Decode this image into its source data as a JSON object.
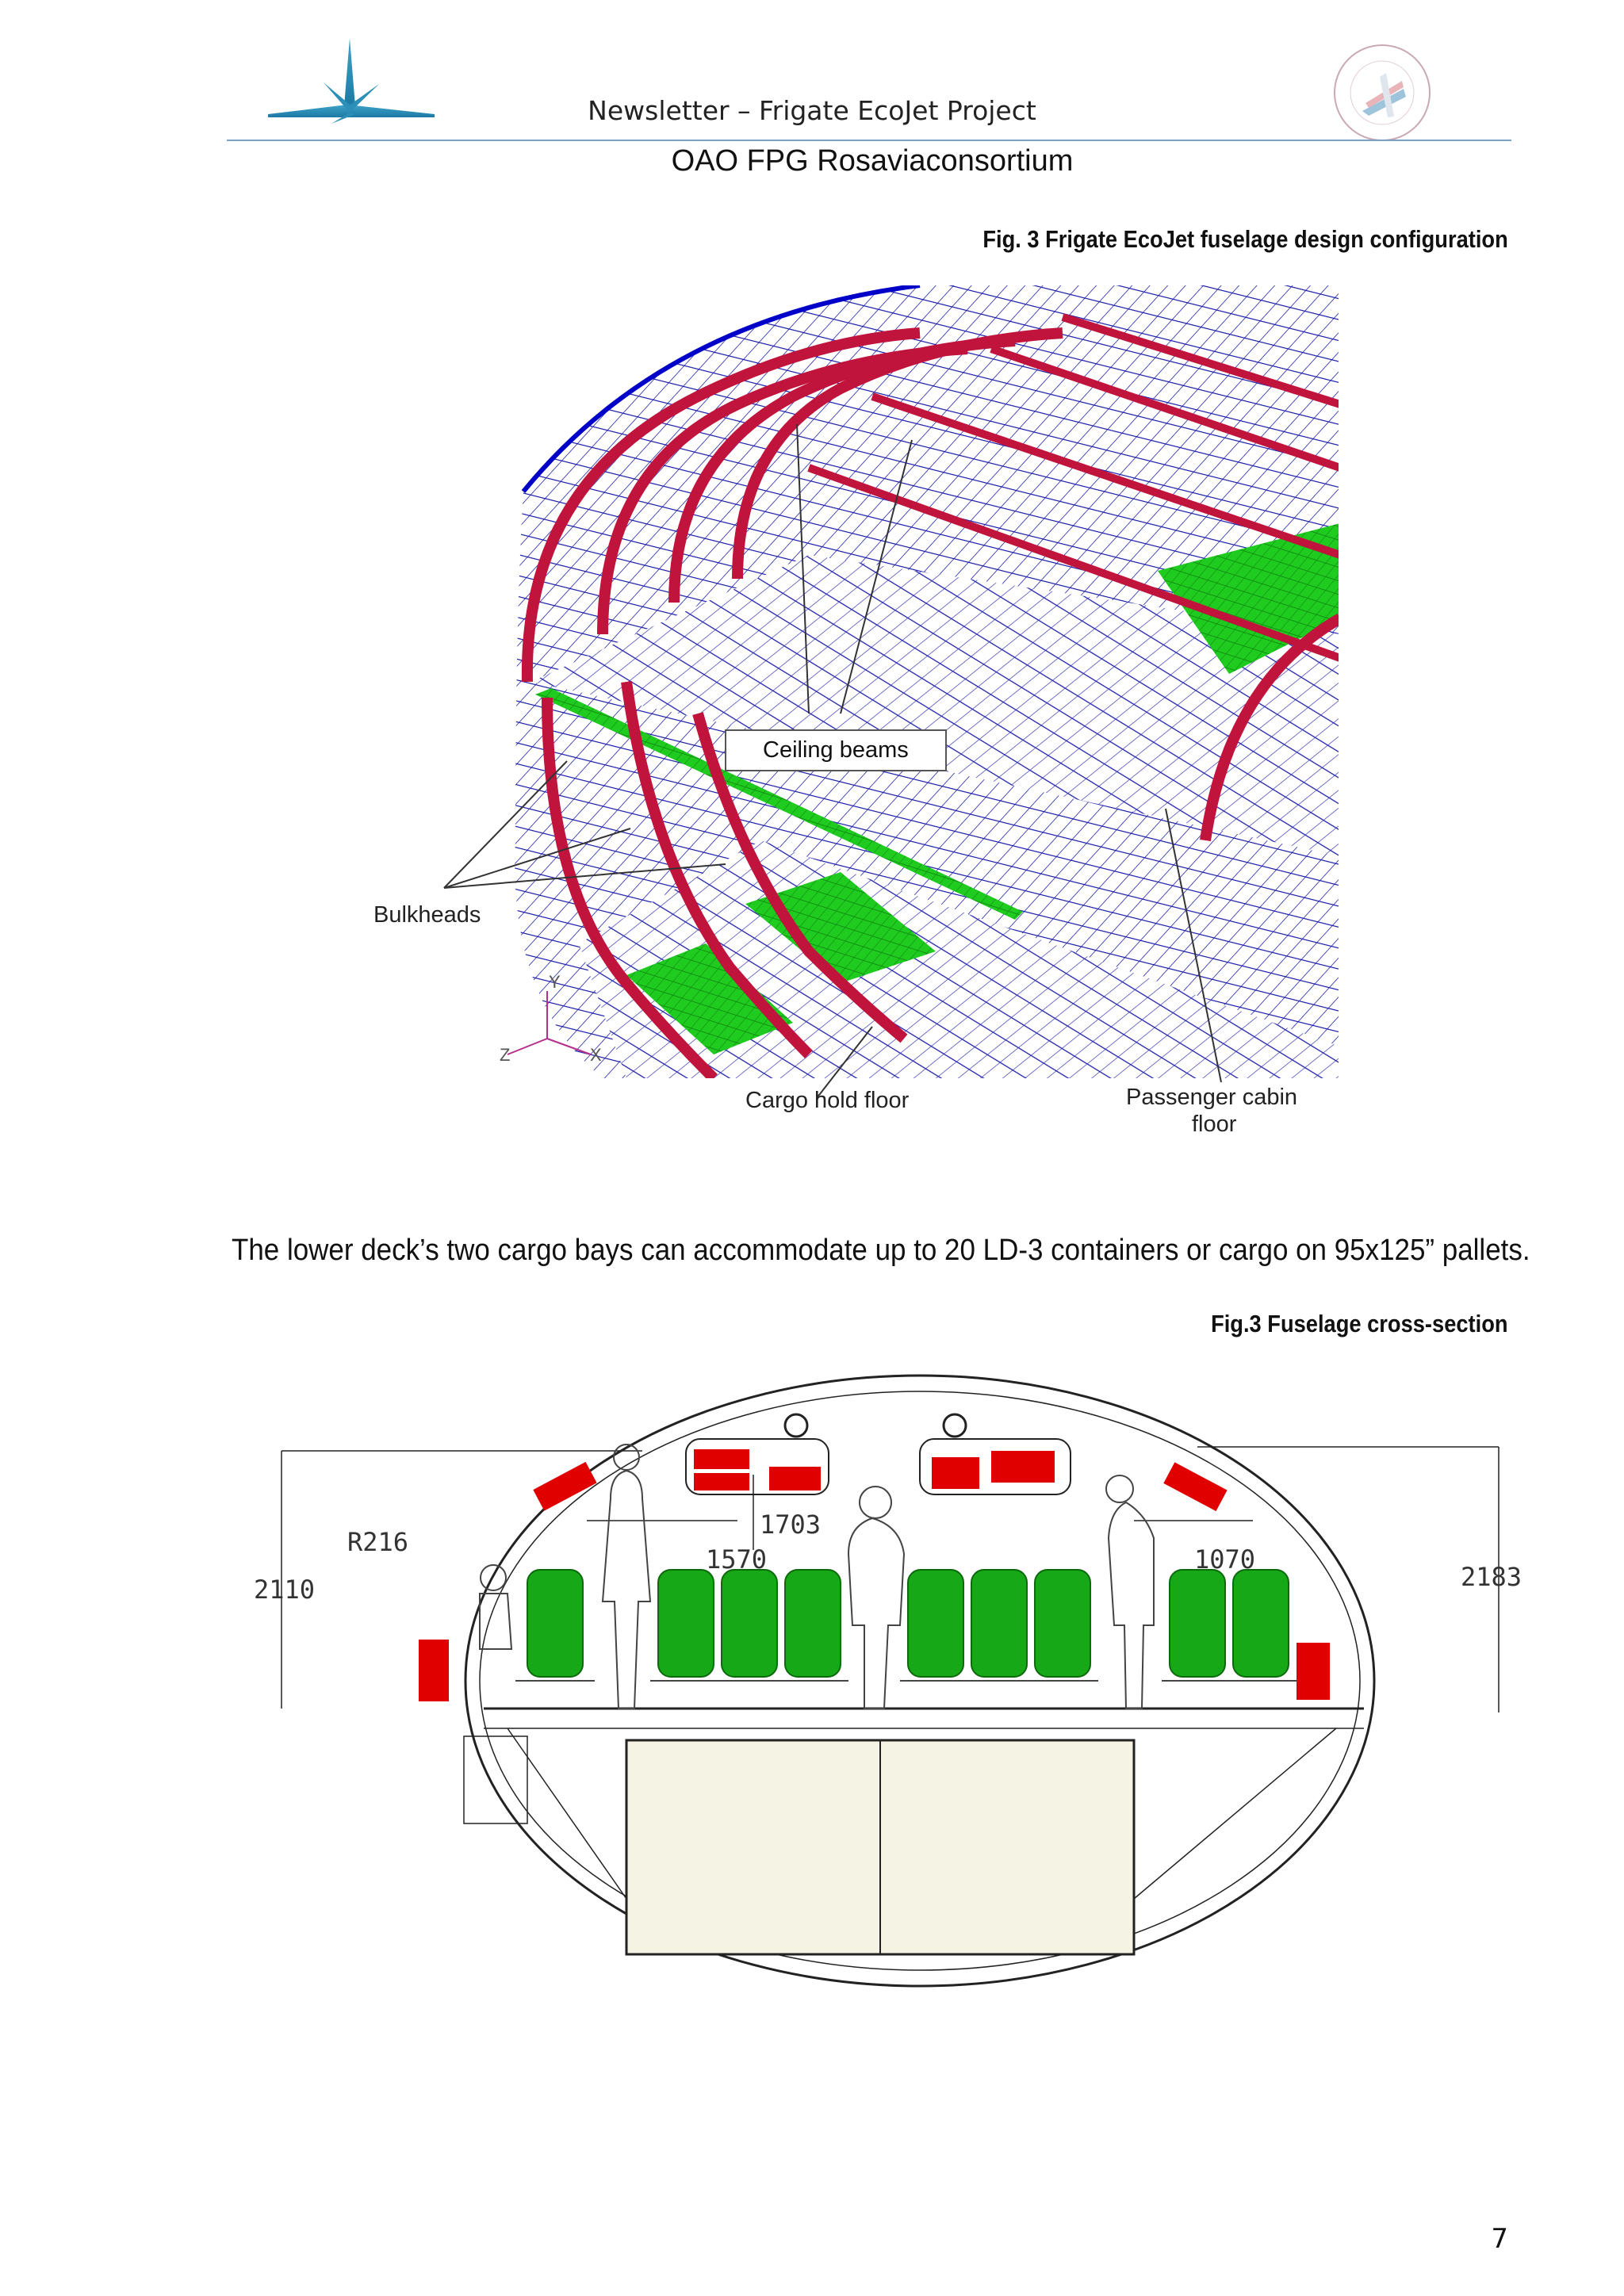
{
  "header": {
    "title": "Newsletter – Frigate EcoJet Project",
    "organization": "OAO FPG Rosaviaconsortium"
  },
  "figure1": {
    "caption": "Fig. 3 Frigate EcoJet fuselage design configuration",
    "labels": {
      "ceiling_beams": "Ceiling beams",
      "bulkheads": "Bulkheads",
      "cargo_floor": "Cargo hold floor",
      "cabin_floor_line1": "Passenger cabin",
      "cabin_floor_line2": "floor"
    },
    "axes": {
      "y": "Y",
      "z": "Z",
      "x": "X"
    }
  },
  "body": {
    "paragraph": "The lower deck’s two cargo bays can accommodate up to 20 LD-3 containers or cargo on 95x125” pallets."
  },
  "figure2": {
    "caption": "Fig.3 Fuselage cross-section",
    "dimensions": {
      "radius": "R216",
      "left_height": "2110",
      "right_height": "2183",
      "overhead": "1703",
      "aisle_left": "1570",
      "aisle_right": "1070"
    }
  },
  "footer": {
    "page_number": "7"
  },
  "colors": {
    "blue_mesh": "#1a1aa8",
    "red_frame": "#c0143c",
    "green_floor": "#1ecb1e",
    "seat_green": "#17a817"
  }
}
